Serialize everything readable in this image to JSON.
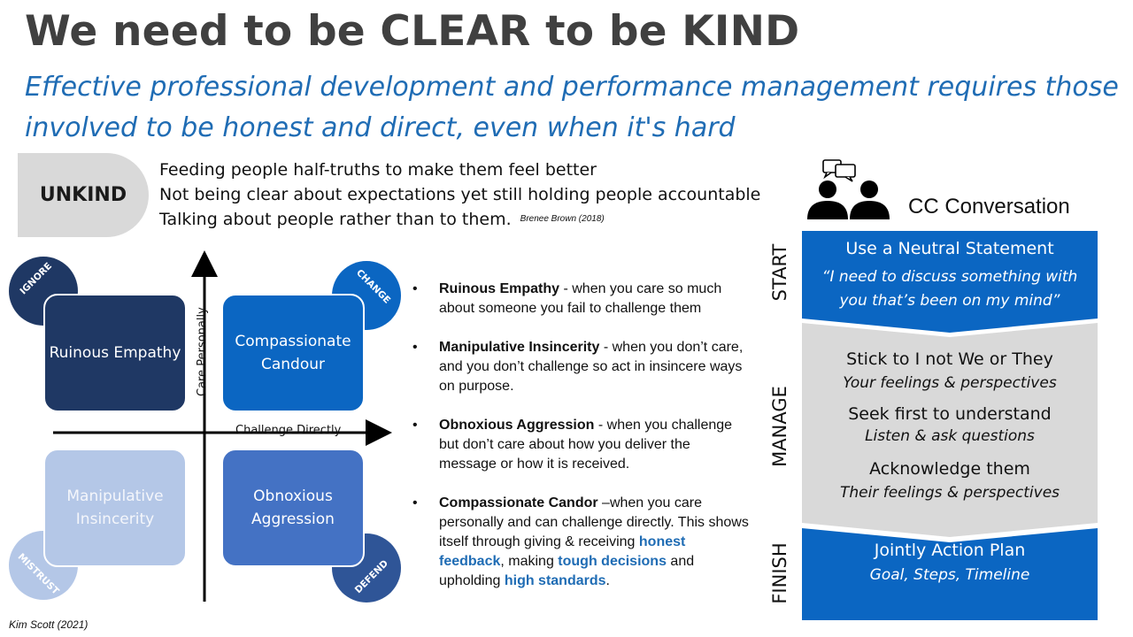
{
  "title": "We need to be CLEAR to be KIND",
  "subtitle": "Effective professional development and performance management requires those involved to be honest and direct, even when it's hard",
  "unkind": {
    "label": "UNKIND",
    "lines": [
      "Feeding people half-truths to make them feel better",
      "Not being clear about expectations yet still holding people accountable",
      "Talking about people rather than to them."
    ],
    "citation": "Brenee Brown (2018)"
  },
  "matrix": {
    "circles": {
      "ignore": "IGNORE",
      "change": "CHANGE",
      "mistrust": "MISTRUST",
      "defend": "DEFEND"
    },
    "quadrants": {
      "ruinous": "Ruinous Empathy",
      "compassionate": "Compassionate Candour",
      "manipulative": "Manipulative Insincerity",
      "obnoxious": "Obnoxious Aggression"
    },
    "axis_vertical": "Care Personally",
    "axis_horizontal": "Challenge Directly",
    "colors": {
      "ruinous": "#1f3864",
      "compassionate": "#0b66c2",
      "manipulative": "#b4c7e7",
      "obnoxious": "#4472c4"
    }
  },
  "bullets": {
    "b1_term": "Ruinous Empathy",
    "b1_text": " - when you care so much about someone you fail to challenge them",
    "b2_term": "Manipulative Insincerity",
    "b2_text": " - when you don’t care, and you don’t challenge so act in insincere ways on purpose.",
    "b3_term": "Obnoxious Aggression",
    "b3_text": " - when you challenge but don’t care about how you deliver the message or how it is received.",
    "b4_term": "Compassionate Candor",
    "b4_text1": " –when you care personally and can challenge directly. This shows itself through giving & receiving ",
    "b4_hl1": "honest feedback",
    "b4_text2": ", making ",
    "b4_hl2": "tough decisions",
    "b4_text3": " and upholding ",
    "b4_hl3": "high standards",
    "b4_text4": "."
  },
  "cc": {
    "title": "CC Conversation",
    "icon": "people-talking-icon",
    "phases": {
      "start": "START",
      "manage": "MANAGE",
      "finish": "FINISH"
    },
    "start_heading": "Use a Neutral Statement",
    "start_quote_1": "“I need to discuss something with",
    "start_quote_2": "you that’s been on my mind”",
    "manage_1_heading": "Stick to I not We or They",
    "manage_1_sub": "Your feelings & perspectives",
    "manage_2_heading": "Seek first to understand",
    "manage_2_sub": "Listen & ask questions",
    "manage_3_heading": "Acknowledge them",
    "manage_3_sub": "Their feelings & perspectives",
    "finish_heading": "Jointly Action Plan",
    "finish_sub": "Goal, Steps, Timeline",
    "colors": {
      "blue": "#0b66c2",
      "grey": "#d9d9d9"
    }
  },
  "credit": "Kim Scott (2021)"
}
